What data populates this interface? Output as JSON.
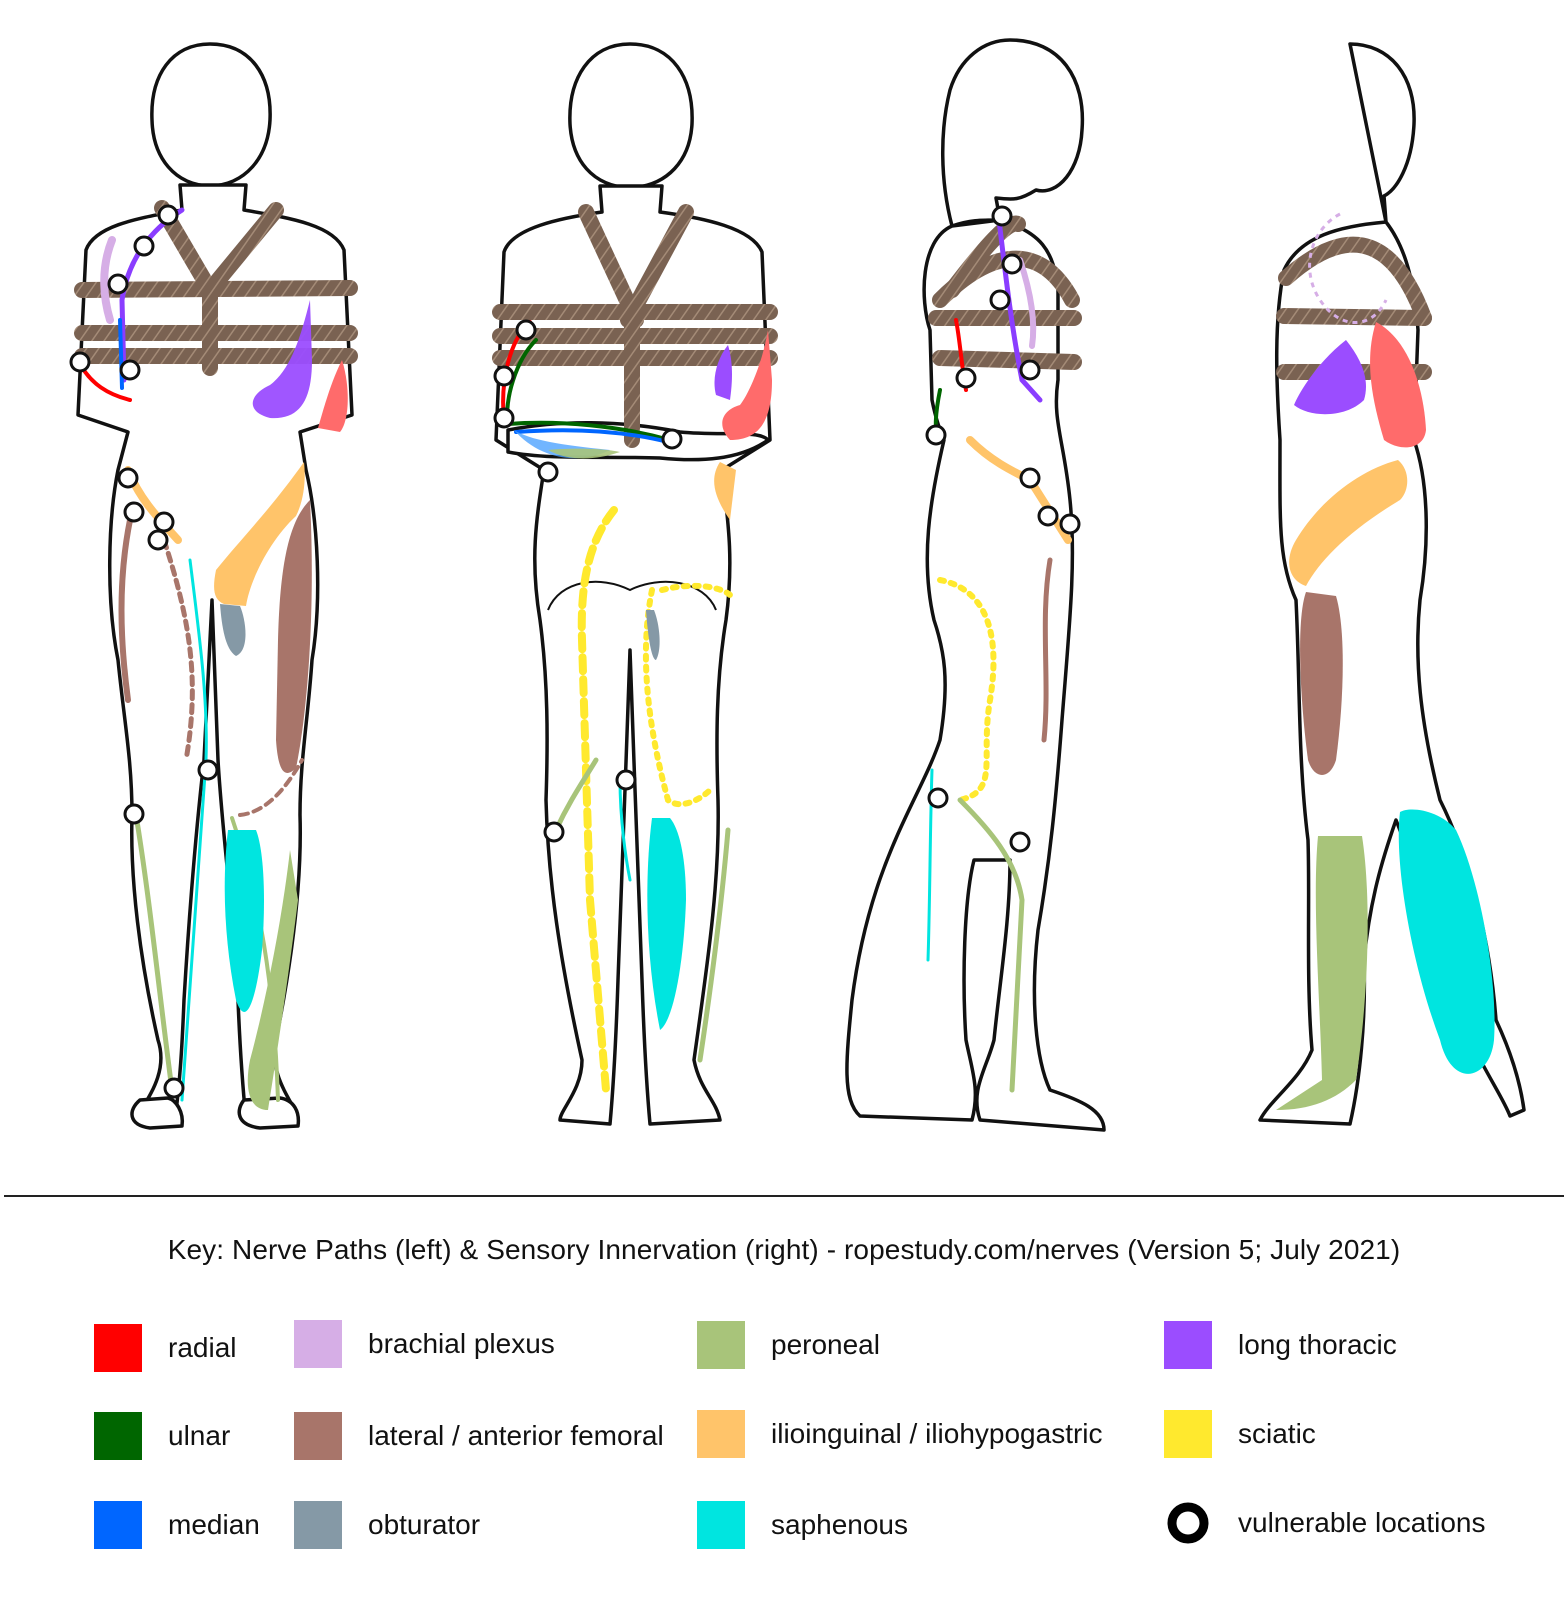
{
  "key": {
    "title": "Key: Nerve Paths (left) & Sensory Innervation (right) - ropestudy.com/nerves (Version 5; July 2021)",
    "items": [
      {
        "label": "radial",
        "color": "#ff0000",
        "icon": "swatch"
      },
      {
        "label": "ulnar",
        "color": "#006600",
        "icon": "swatch"
      },
      {
        "label": "median",
        "color": "#0066ff",
        "icon": "swatch"
      },
      {
        "label": "brachial plexus",
        "color": "#d6aee6",
        "icon": "swatch"
      },
      {
        "label": "lateral / anterior femoral",
        "color": "#a8756a",
        "icon": "swatch"
      },
      {
        "label": "obturator",
        "color": "#8599a6",
        "icon": "swatch"
      },
      {
        "label": "peroneal",
        "color": "#a8c47a",
        "icon": "swatch"
      },
      {
        "label": "ilioinguinal / iliohypogastric",
        "color": "#ffc46a",
        "icon": "swatch"
      },
      {
        "label": "saphenous",
        "color": "#00e5e0",
        "icon": "swatch"
      },
      {
        "label": "long thoracic",
        "color": "#9b4dff",
        "icon": "swatch"
      },
      {
        "label": "sciatic",
        "color": "#ffe92e",
        "icon": "swatch"
      },
      {
        "label": "vulnerable locations",
        "color": "#000000",
        "icon": "ring"
      }
    ]
  },
  "figure_views": [
    "front",
    "back",
    "left-side",
    "right-side"
  ],
  "colors": {
    "outline": "#111111",
    "rope": "#7a6252",
    "rope_hatch": "#a48b77"
  }
}
